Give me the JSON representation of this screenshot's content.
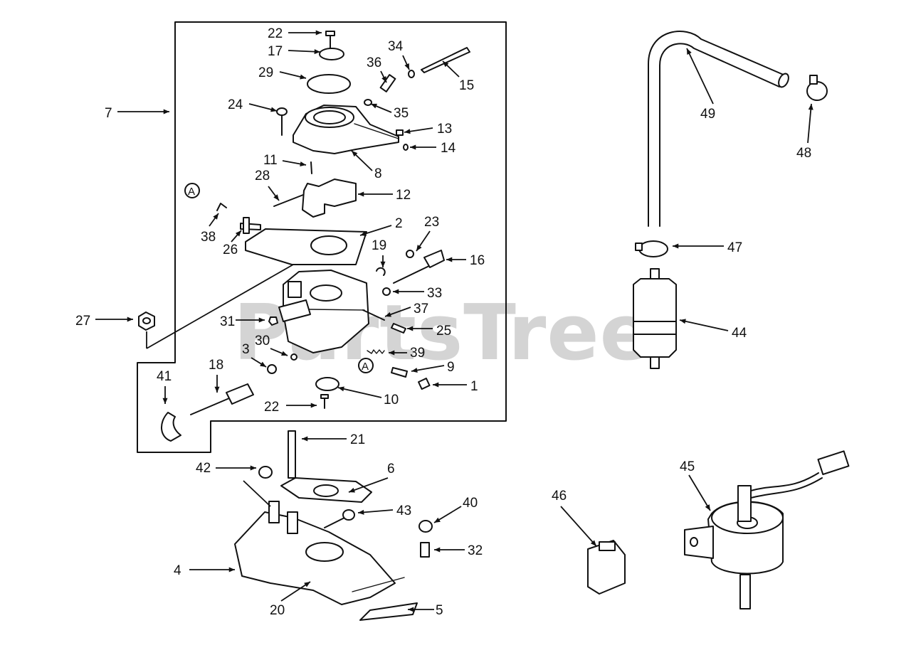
{
  "watermark": "PartsTree",
  "ref_marker": "A",
  "callouts": [
    {
      "id": "c22a",
      "label": "22"
    },
    {
      "id": "c17",
      "label": "17"
    },
    {
      "id": "c29",
      "label": "29"
    },
    {
      "id": "c34",
      "label": "34"
    },
    {
      "id": "c36",
      "label": "36"
    },
    {
      "id": "c15",
      "label": "15"
    },
    {
      "id": "c7",
      "label": "7"
    },
    {
      "id": "c24",
      "label": "24"
    },
    {
      "id": "c35",
      "label": "35"
    },
    {
      "id": "c13",
      "label": "13"
    },
    {
      "id": "c14",
      "label": "14"
    },
    {
      "id": "c8",
      "label": "8"
    },
    {
      "id": "c11",
      "label": "11"
    },
    {
      "id": "c28",
      "label": "28"
    },
    {
      "id": "c12",
      "label": "12"
    },
    {
      "id": "c38",
      "label": "38"
    },
    {
      "id": "c26",
      "label": "26"
    },
    {
      "id": "c2",
      "label": "2"
    },
    {
      "id": "c23",
      "label": "23"
    },
    {
      "id": "c19",
      "label": "19"
    },
    {
      "id": "c16",
      "label": "16"
    },
    {
      "id": "c33",
      "label": "33"
    },
    {
      "id": "c27",
      "label": "27"
    },
    {
      "id": "c31",
      "label": "31"
    },
    {
      "id": "c37",
      "label": "37"
    },
    {
      "id": "c25",
      "label": "25"
    },
    {
      "id": "c30",
      "label": "30"
    },
    {
      "id": "c3",
      "label": "3"
    },
    {
      "id": "c39",
      "label": "39"
    },
    {
      "id": "c41",
      "label": "41"
    },
    {
      "id": "c18",
      "label": "18"
    },
    {
      "id": "c9",
      "label": "9"
    },
    {
      "id": "c1",
      "label": "1"
    },
    {
      "id": "c10",
      "label": "10"
    },
    {
      "id": "c22b",
      "label": "22"
    },
    {
      "id": "c21",
      "label": "21"
    },
    {
      "id": "c42",
      "label": "42"
    },
    {
      "id": "c6",
      "label": "6"
    },
    {
      "id": "c43",
      "label": "43"
    },
    {
      "id": "c40",
      "label": "40"
    },
    {
      "id": "c32",
      "label": "32"
    },
    {
      "id": "c4",
      "label": "4"
    },
    {
      "id": "c20",
      "label": "20"
    },
    {
      "id": "c5",
      "label": "5"
    },
    {
      "id": "c49",
      "label": "49"
    },
    {
      "id": "c48",
      "label": "48"
    },
    {
      "id": "c47",
      "label": "47"
    },
    {
      "id": "c44",
      "label": "44"
    },
    {
      "id": "c45",
      "label": "45"
    },
    {
      "id": "c46",
      "label": "46"
    }
  ]
}
